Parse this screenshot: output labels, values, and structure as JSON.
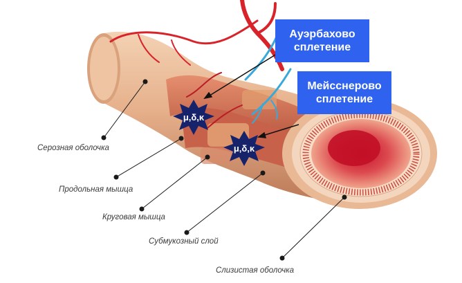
{
  "plexus_labels": {
    "auerbach": [
      "Ауэрбахово",
      "сплетение"
    ],
    "meissner": [
      "Мейсснерово",
      "сплетение"
    ]
  },
  "receptor_badges": [
    "μ,δ,κ",
    "μ,δ,κ"
  ],
  "layer_labels": [
    "Серозная оболочка",
    "Продольная мышца",
    "Круговая мышца",
    "Субмукозный слой",
    "Слизистая оболочка"
  ],
  "colors": {
    "box_blue": "#2f62ee",
    "star_navy": "#16236b",
    "vessel_red": "#d8232a",
    "nerve_blue": "#3aa8d8",
    "serosa": "#e8b48f",
    "mucosa": "#c8182a"
  }
}
